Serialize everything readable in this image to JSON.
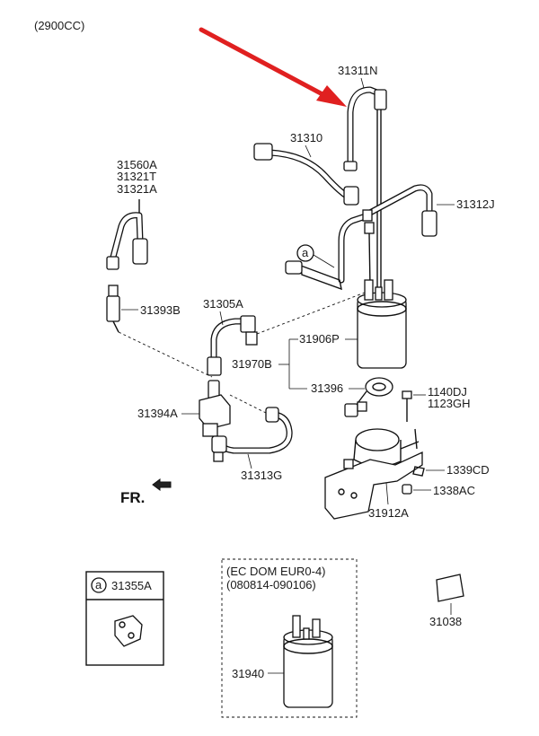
{
  "engine_note": "(2900CC)",
  "front_label": "FR.",
  "callout_symbol": "a",
  "accent_color": "#e02020",
  "parts": {
    "p31311N": "31311N",
    "p31310": "31310",
    "p31312J": "31312J",
    "p31560A": "31560A",
    "p31321T": "31321T",
    "p31321A": "31321A",
    "p31393B": "31393B",
    "p31305A": "31305A",
    "p31906P": "31906P",
    "p31970B": "31970B",
    "p31396": "31396",
    "p1140DJ": "1140DJ",
    "p1123GH": "1123GH",
    "p31394A": "31394A",
    "p31313G": "31313G",
    "p1339CD": "1339CD",
    "p1338AC": "1338AC",
    "p31912A": "31912A",
    "p31355A": "31355A",
    "p31940": "31940",
    "p31038": "31038"
  },
  "variant_box": {
    "line1": "(EC DOM EUR0-4)",
    "line2": "(080814-090106)"
  }
}
